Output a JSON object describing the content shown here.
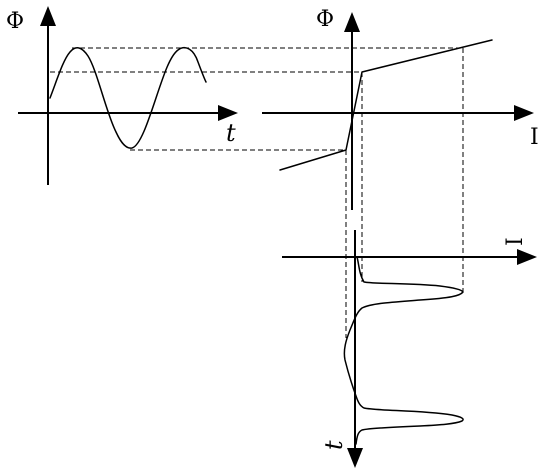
{
  "diagram": {
    "input_graph": {
      "y_axis_label": "Φ",
      "x_axis_label": "t"
    },
    "magnetization_curve": {
      "y_axis_label": "Φ",
      "x_axis_label": "I"
    },
    "current_waveform": {
      "x_axis_label": "I",
      "y_axis_label": "t"
    }
  }
}
